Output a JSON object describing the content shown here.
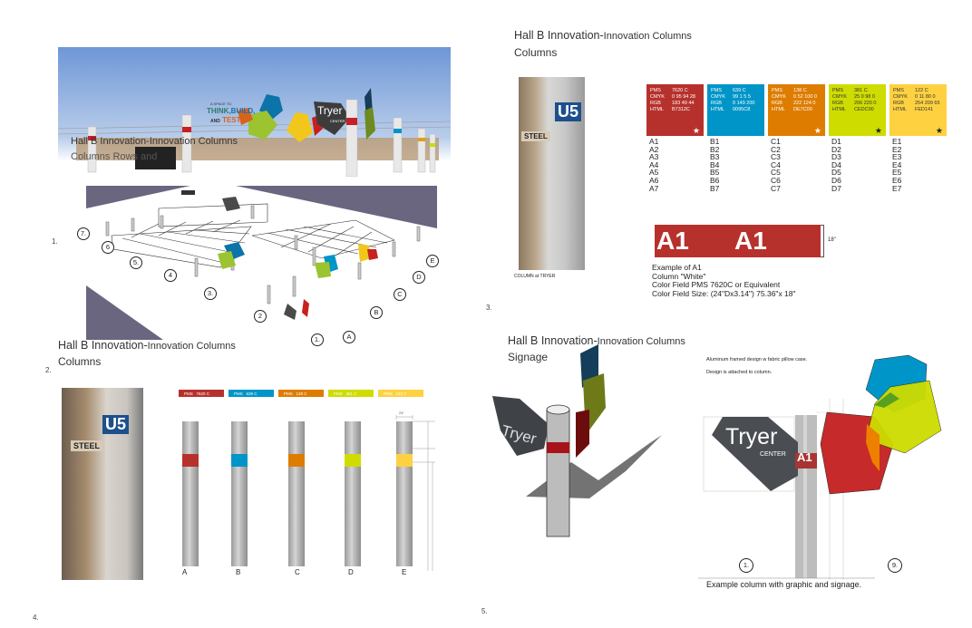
{
  "page1": {
    "overlay_title": "Hall B Innovation-Innovation Columns",
    "overlay_sub": "Columns Rows and",
    "render_text": {
      "tagline_small": "A SPACE TO",
      "think": "THINK,",
      "build": "BUILD,",
      "and": "AND",
      "test": "TEST.",
      "logo": "Tryer",
      "logo_sub": "CENTER"
    }
  },
  "page1_number": "1.",
  "axon_numbers": [
    "1.",
    "2",
    "3.",
    "4",
    "5.",
    "6",
    "7."
  ],
  "axon_letters": [
    "A",
    "B",
    "C",
    "D",
    "E"
  ],
  "page2": {
    "title_main": "Hall B Innovation-",
    "title_small": "Innovation Columns",
    "subtitle": "Columns",
    "number": "2."
  },
  "page4": {
    "photo_label": "U5",
    "photo_sign": "STEEL",
    "bars": [
      {
        "label": "PMS",
        "value": "7620 C",
        "color": "#B7312C"
      },
      {
        "label": "PMS",
        "value": "639 C",
        "color": "#0095C8"
      },
      {
        "label": "PMS",
        "value": "138 C",
        "color": "#DE7C00"
      },
      {
        "label": "PMS",
        "value": "381 C",
        "color": "#CEDC00"
      },
      {
        "label": "PMS",
        "value": "122 C",
        "color": "#FED141"
      }
    ],
    "columns": [
      "A",
      "B",
      "C",
      "D",
      "E"
    ],
    "dim_top": "24\"",
    "number": "4."
  },
  "page3": {
    "title_main": "Hall B Innovation-",
    "title_small": "Innovation Columns",
    "subtitle": "Columns",
    "photo_label": "U5",
    "photo_sign": "STEEL",
    "photo_caption": "COLUMN at TRYER",
    "swatches": [
      {
        "pms": "7620 C",
        "cmyk": "0 95 94 28",
        "rgb": "183 49 44",
        "html": "B7312C",
        "color": "#B7312C",
        "star": "★",
        "star_color": "#fff",
        "rows": [
          "A1",
          "A2",
          "A3",
          "A4",
          "A5",
          "A6",
          "A7"
        ]
      },
      {
        "pms": "639 C",
        "cmyk": "99 1 5 5",
        "rgb": "0 149 200",
        "html": "0095C8",
        "color": "#0095C8",
        "star": "",
        "star_color": "#fff",
        "rows": [
          "B1",
          "B2",
          "B3",
          "B4",
          "B5",
          "B6",
          "B7"
        ]
      },
      {
        "pms": "138 C",
        "cmyk": "0 52 100 0",
        "rgb": "222 124 0",
        "html": "DE7C00",
        "color": "#DE7C00",
        "star": "★",
        "star_color": "#fff",
        "rows": [
          "C1",
          "C2",
          "C3",
          "C4",
          "C5",
          "C6",
          "C7"
        ]
      },
      {
        "pms": "381 C",
        "cmyk": "25 0 98 0",
        "rgb": "206 220 0",
        "html": "CEDC00",
        "color": "#CEDC00",
        "star": "★",
        "star_color": "#222",
        "rows": [
          "D1",
          "D2",
          "D3",
          "D4",
          "D5",
          "D6",
          "D7"
        ]
      },
      {
        "pms": "122 C",
        "cmyk": "0 11 80 0",
        "rgb": "254 209 65",
        "html": "FED141",
        "color": "#FED141",
        "star": "★",
        "star_color": "#222",
        "rows": [
          "E1",
          "E2",
          "E3",
          "E4",
          "E5",
          "E6",
          "E7"
        ]
      }
    ],
    "labels": {
      "pms": "PMS",
      "cmyk": "CMYK",
      "rgb": "RGB",
      "html": "HTML"
    },
    "a1_left": "A1",
    "a1_right": "A1",
    "a1_height": "18\"",
    "example": [
      "Example of A1",
      "Column \"White\"",
      "Color Field PMS 7620C or Equivalent",
      "Color Field Size: (24\"Dx3.14\")  75.36\"x 18\""
    ],
    "number": "3."
  },
  "page5": {
    "title_main": "Hall B Innovation-",
    "title_small": "Innovation Columns",
    "subtitle": "Signage",
    "note1": "Aluminum framed design w fabric pillow case.",
    "note2": "Design is attached to column.",
    "logo": "Tryer",
    "logo_sub": "CENTER",
    "band_label": "A1",
    "marker_left": "1.",
    "marker_right": "9.",
    "caption": "Example column with graphic and signage.",
    "number": "5."
  }
}
